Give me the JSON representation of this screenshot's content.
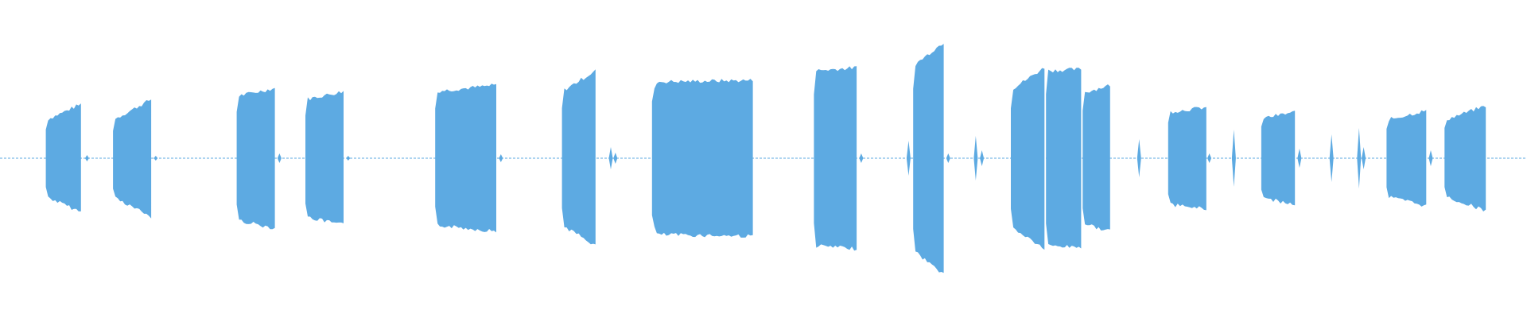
{
  "waveform": {
    "color": "#5DAAE2",
    "background": "#FFFFFF",
    "segments": [
      {
        "start": 0.03,
        "end": 0.053,
        "amp_start": 0.24,
        "amp_end": 0.34
      },
      {
        "start": 0.074,
        "end": 0.099,
        "amp_start": 0.24,
        "amp_end": 0.37
      },
      {
        "start": 0.155,
        "end": 0.18,
        "amp_start": 0.39,
        "amp_end": 0.44
      },
      {
        "start": 0.2,
        "end": 0.225,
        "amp_start": 0.37,
        "amp_end": 0.42
      },
      {
        "start": 0.285,
        "end": 0.325,
        "amp_start": 0.42,
        "amp_end": 0.46
      },
      {
        "start": 0.368,
        "end": 0.39,
        "amp_start": 0.42,
        "amp_end": 0.55
      },
      {
        "start": 0.427,
        "end": 0.493,
        "amp_start": 0.48,
        "amp_end": 0.49
      },
      {
        "start": 0.533,
        "end": 0.561,
        "amp_start": 0.55,
        "amp_end": 0.57
      },
      {
        "start": 0.598,
        "end": 0.618,
        "amp_start": 0.58,
        "amp_end": 0.73
      },
      {
        "start": 0.662,
        "end": 0.684,
        "amp_start": 0.43,
        "amp_end": 0.57
      },
      {
        "start": 0.685,
        "end": 0.708,
        "amp_start": 0.55,
        "amp_end": 0.56
      },
      {
        "start": 0.709,
        "end": 0.727,
        "amp_start": 0.41,
        "amp_end": 0.46
      },
      {
        "start": 0.765,
        "end": 0.79,
        "amp_start": 0.29,
        "amp_end": 0.32
      },
      {
        "start": 0.826,
        "end": 0.848,
        "amp_start": 0.25,
        "amp_end": 0.29
      },
      {
        "start": 0.908,
        "end": 0.934,
        "amp_start": 0.24,
        "amp_end": 0.3
      },
      {
        "start": 0.946,
        "end": 0.973,
        "amp_start": 0.24,
        "amp_end": 0.33
      }
    ],
    "blips": [
      {
        "pos": 0.057,
        "amp": 0.02
      },
      {
        "pos": 0.102,
        "amp": 0.015
      },
      {
        "pos": 0.183,
        "amp": 0.03
      },
      {
        "pos": 0.228,
        "amp": 0.015
      },
      {
        "pos": 0.328,
        "amp": 0.025
      },
      {
        "pos": 0.4,
        "amp": 0.07
      },
      {
        "pos": 0.403,
        "amp": 0.035
      },
      {
        "pos": 0.564,
        "amp": 0.03
      },
      {
        "pos": 0.595,
        "amp": 0.11
      },
      {
        "pos": 0.621,
        "amp": 0.03
      },
      {
        "pos": 0.639,
        "amp": 0.14
      },
      {
        "pos": 0.643,
        "amp": 0.05
      },
      {
        "pos": 0.746,
        "amp": 0.12
      },
      {
        "pos": 0.792,
        "amp": 0.03
      },
      {
        "pos": 0.808,
        "amp": 0.18
      },
      {
        "pos": 0.851,
        "amp": 0.06
      },
      {
        "pos": 0.872,
        "amp": 0.15
      },
      {
        "pos": 0.89,
        "amp": 0.19
      },
      {
        "pos": 0.893,
        "amp": 0.07
      },
      {
        "pos": 0.937,
        "amp": 0.05
      }
    ]
  }
}
